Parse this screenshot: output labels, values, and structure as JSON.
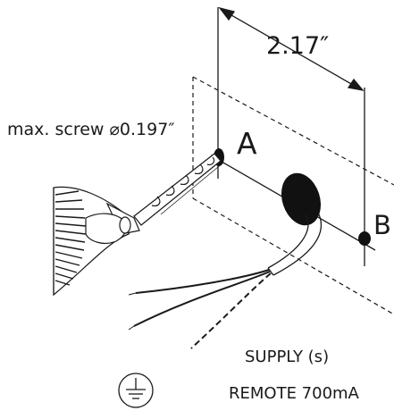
{
  "dimension": {
    "value": "2.17″"
  },
  "screw_note": {
    "text": "max. screw ⌀0.197″"
  },
  "points": {
    "a": "A",
    "b": "B"
  },
  "cable": {
    "supply": "SUPPLY (s)",
    "remote": "REMOTE 700mA"
  },
  "icons": [
    "ground-symbol-icon",
    "dimension-arrow-icon",
    "drill-bit-icon",
    "lamp-fixture-icon"
  ],
  "colors": {
    "line": "#1a1a1a",
    "fill": "#111111",
    "background": "#ffffff"
  }
}
